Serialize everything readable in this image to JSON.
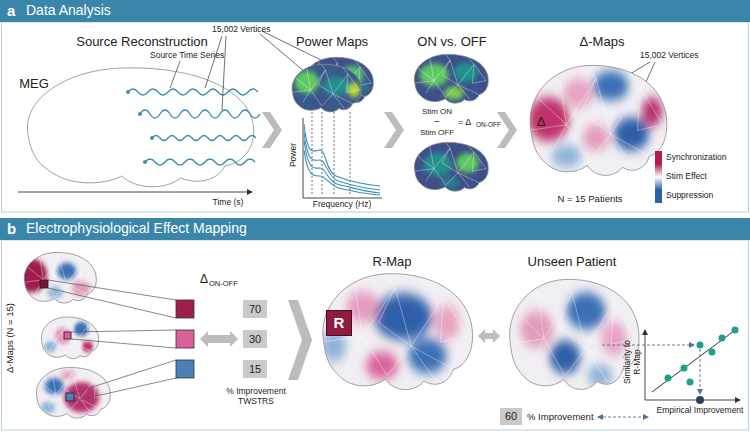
{
  "diagram": {
    "nodes": [
      {
        "text": [
          "a",
          "Data Analysis"
        ]
      },
      {
        "text": [
          "b",
          "Electrophysiological Effect Mapping"
        ]
      },
      {
        "text": [
          "70"
        ]
      },
      {
        "text": [
          "30"
        ]
      },
      {
        "text": [
          "15"
        ]
      },
      {
        "text": [
          "R"
        ]
      },
      {
        "text": [
          "60"
        ]
      }
    ],
    "labels": [
      "Source Reconstruction",
      "15,002 Vertices",
      "Source Time Series",
      "MEG",
      "Time (s)",
      "Power Maps",
      "Power",
      "Frequency (Hz)",
      "ON vs. OFF",
      "Stim ON",
      "−",
      "Stim OFF",
      "= Δ",
      "ON-OFF",
      "Δ-Maps",
      "15,002 Vertices",
      "Δ",
      "Stim Effect",
      "N = 15 Patients",
      "Δ-Maps (N = 15)",
      "Δ",
      "ON-OFF",
      "% Improvement TWSTRS",
      "R-Map",
      "Unseen Patient",
      "Similarity to R-Map",
      "Empirical Improvement",
      "% Improvement"
    ],
    "legend": [
      {
        "text": "Synchronization",
        "color": "#b31b53"
      },
      {
        "text": "Suppression",
        "color": "#2b5fa8"
      }
    ]
  }
}
